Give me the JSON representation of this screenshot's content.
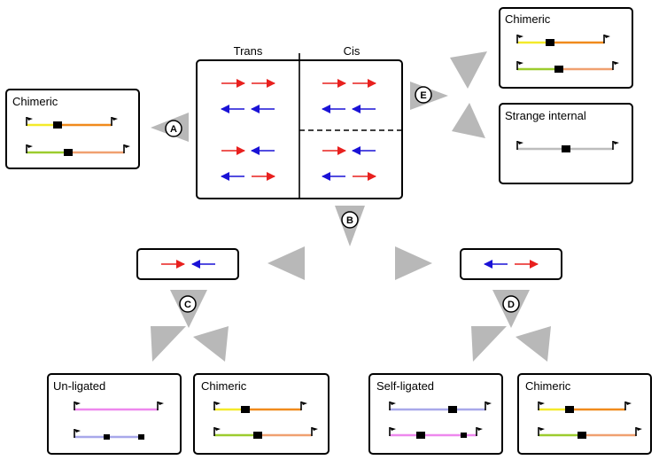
{
  "headers": {
    "trans": "Trans",
    "cis": "Cis"
  },
  "steps": {
    "a": "A",
    "b": "B",
    "c": "C",
    "d": "D",
    "e": "E"
  },
  "boxes": {
    "left_chimeric": "Chimeric",
    "top_right_chimeric": "Chimeric",
    "strange_internal": "Strange internal",
    "unligated": "Un-ligated",
    "bottom_chimeric_1": "Chimeric",
    "self_ligated": "Self-ligated",
    "bottom_chimeric_2": "Chimeric"
  },
  "colors": {
    "forward_arrow": "#e8201e",
    "reverse_arrow": "#1a12d6",
    "flow_arrow": "#b8b8b8",
    "yellow": "#f4ea2a",
    "orange": "#f08a1c",
    "lime": "#9ccc2e",
    "salmon": "#f0a070",
    "gray": "#bdbdbd",
    "pink": "#ee88ee",
    "lavender": "#a8a8ea"
  }
}
